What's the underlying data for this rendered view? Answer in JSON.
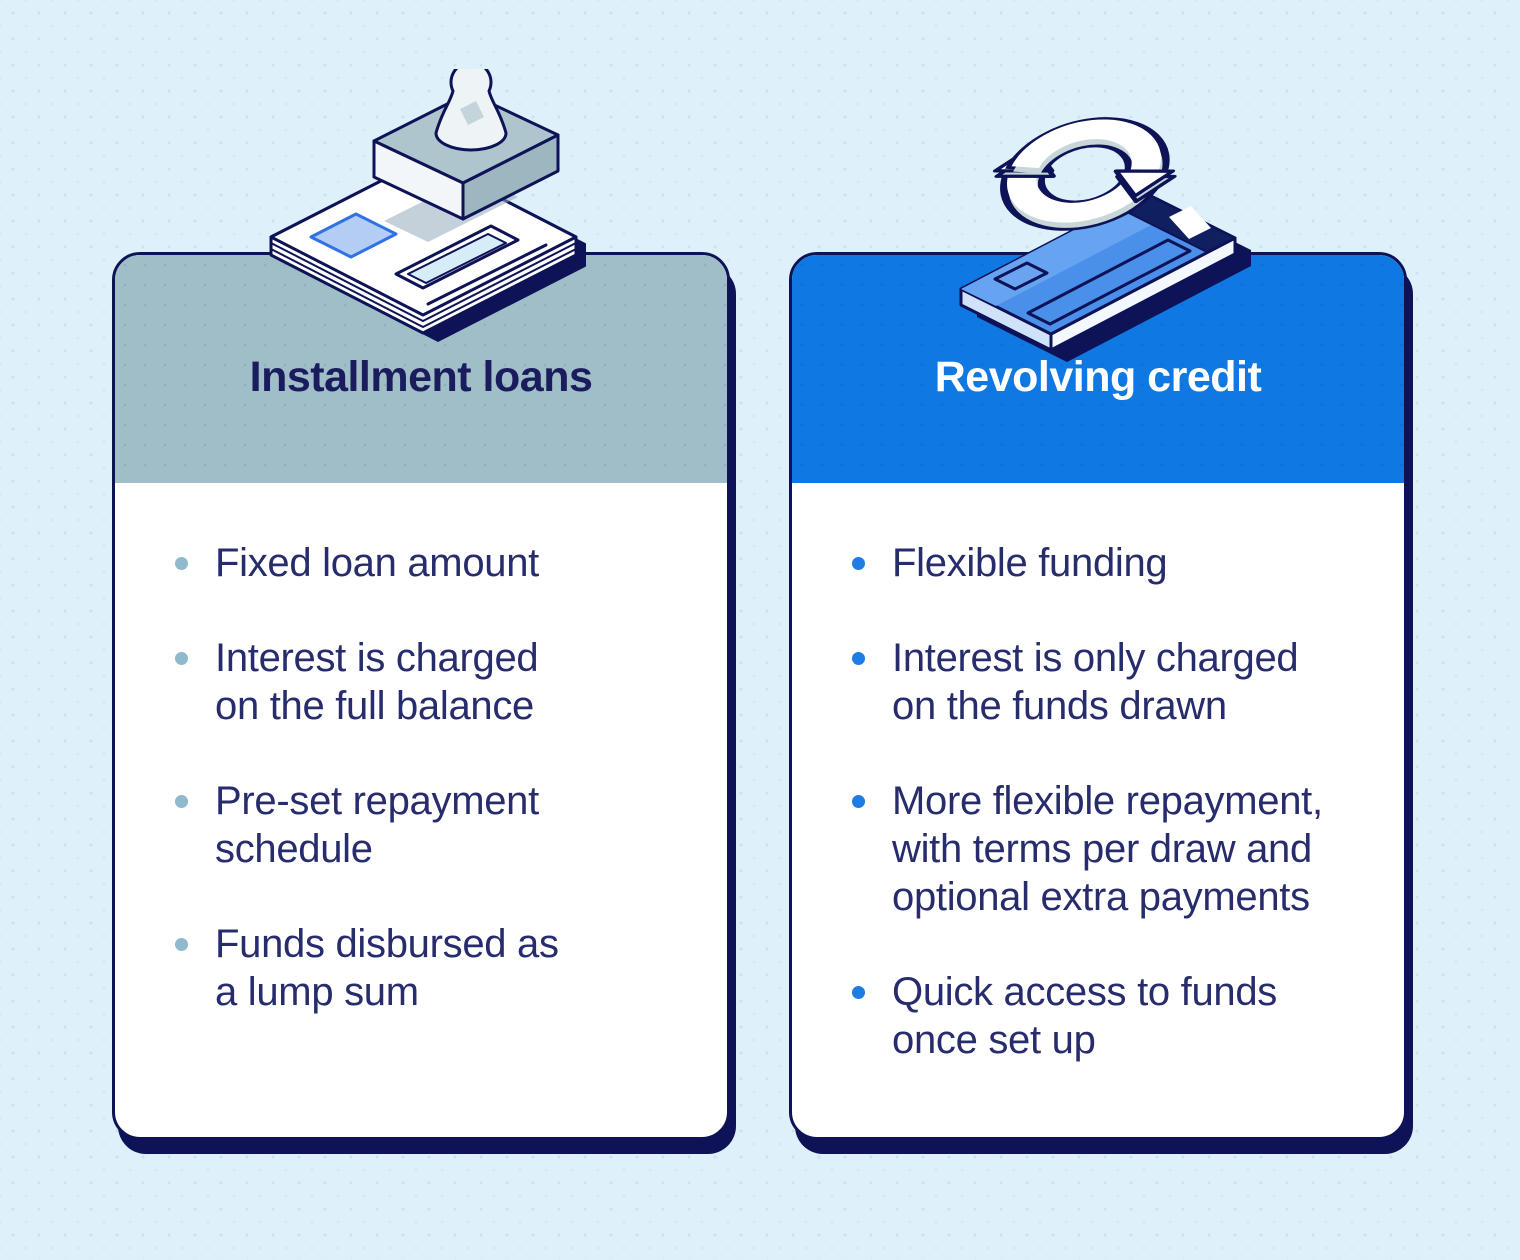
{
  "infographic": {
    "topic": "Installment loans vs. revolving credit comparison"
  },
  "colors": {
    "background": "#def0f9",
    "background_dots": "#c9e3f0",
    "outline_navy": "#0d1356",
    "installment_header": "#a0bec8",
    "revolving_header": "#1078e2",
    "installment_title_text": "#1b1c5e",
    "revolving_title_text": "#ffffff",
    "body_text": "#272c6c",
    "installment_bullet_dot": "#90b9cc",
    "revolving_bullet_dot": "#1e7ce2",
    "credit_card_blue": "#4a90ea"
  },
  "cards": [
    {
      "id": "installment",
      "title": "Installment loans",
      "icon": "stamp-document-icon",
      "bullets": [
        "Fixed loan amount",
        "Interest is charged\non the full balance",
        "Pre-set repayment\nschedule",
        "Funds disbursed as\na lump sum"
      ]
    },
    {
      "id": "revolving",
      "title": "Revolving credit",
      "icon": "credit-card-refresh-icon",
      "bullets": [
        "Flexible funding",
        "Interest is only charged\non the funds drawn",
        "More flexible repayment,\nwith terms per draw and\noptional extra payments",
        "Quick access to funds\nonce set up"
      ]
    }
  ]
}
